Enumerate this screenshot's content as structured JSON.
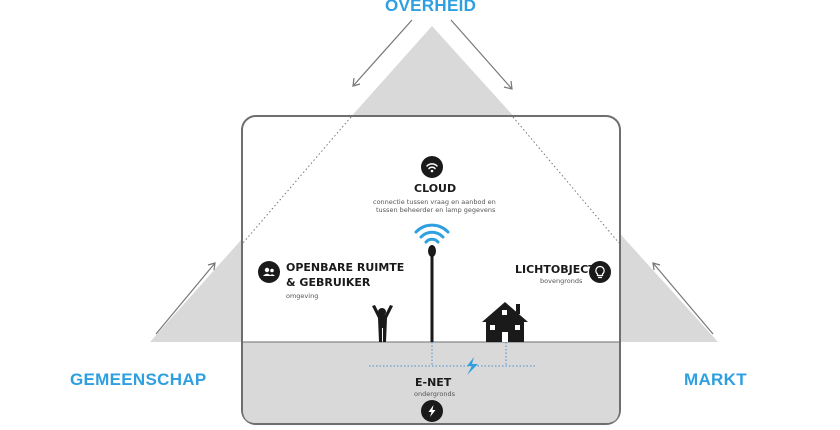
{
  "corners": {
    "top": "OVERHEID",
    "left": "GEMEENSCHAP",
    "right": "MARKT"
  },
  "nodes": {
    "cloud": {
      "title": "CLOUD",
      "desc_line1": "connectie tussen vraag en aanbod en",
      "desc_line2": "tussen beheerder en lamp gegevens",
      "icon": "wifi-icon"
    },
    "public_space": {
      "title_line1": "OPENBARE RUIMTE",
      "title_line2": "& GEBRUIKER",
      "sub": "omgeving",
      "icon": "users-icon"
    },
    "light_object": {
      "title": "LICHTOBJECT",
      "sub": "bovengronds",
      "icon": "lightbulb-icon"
    },
    "grid": {
      "title": "E-NET",
      "sub": "ondergronds",
      "icon": "lightning-icon"
    }
  },
  "colors": {
    "accent": "#2e9fe0",
    "triangle_fill": "#d9d9d9",
    "ground_fill": "#d9d9d9",
    "box_stroke": "#6e6e6e",
    "dark": "#1a1a1a"
  }
}
